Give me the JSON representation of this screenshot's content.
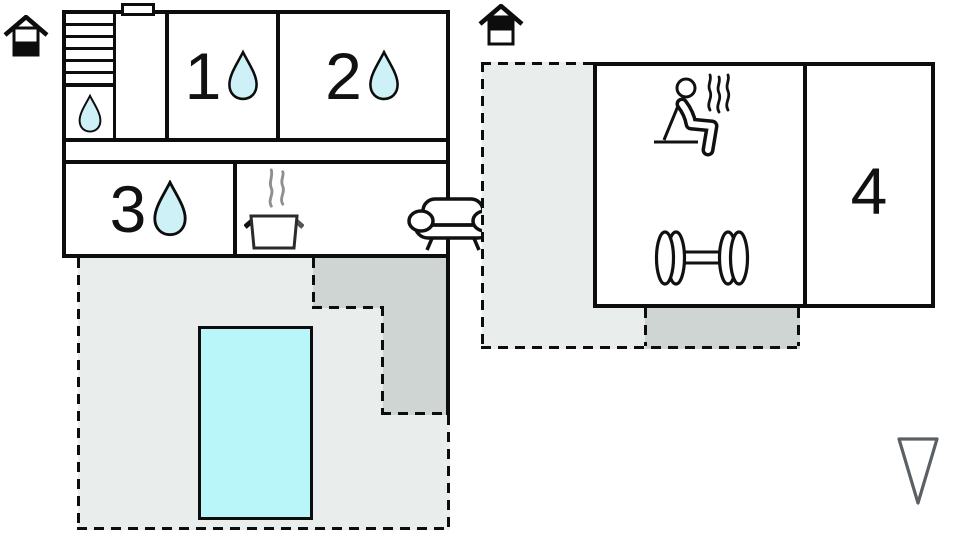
{
  "title": "holiday-home-floor-plan",
  "colors": {
    "line": "#0d0d0d",
    "terrace_light": "#e9edec",
    "terrace_dark": "#ced5d3",
    "pool_water": "#b9f6f9",
    "water_drop": "#cdf1f6",
    "steam_gray": "#8f8f8f",
    "compass_gray": "#5b6065"
  },
  "ground_floor": {
    "marker_icon": "house-ground-floor-icon",
    "rooms": [
      {
        "number": "1",
        "feature_icon": "water-drop-icon"
      },
      {
        "number": "2",
        "feature_icon": "water-drop-icon"
      },
      {
        "number": "3",
        "feature_icon": "water-drop-icon"
      }
    ],
    "bathroom_icon": "water-drop-icon",
    "stairs_icon": "staircase",
    "kitchen_icon": "cooking-pot-icon",
    "living_icon": "sofa-icon",
    "entrance_icon": "door-opening",
    "pool_icon": "swimming-pool",
    "terrace_icon": "terrace-dashed-area"
  },
  "upper_floor": {
    "marker_icon": "house-upper-floor-icon",
    "rooms": [
      {
        "number": "4"
      }
    ],
    "sauna_icon": "sauna-person-icon",
    "fitness_icon": "dumbbell-icon",
    "terrace_icon": "terrace-dashed-area"
  },
  "compass_icon": "north-arrow-icon"
}
